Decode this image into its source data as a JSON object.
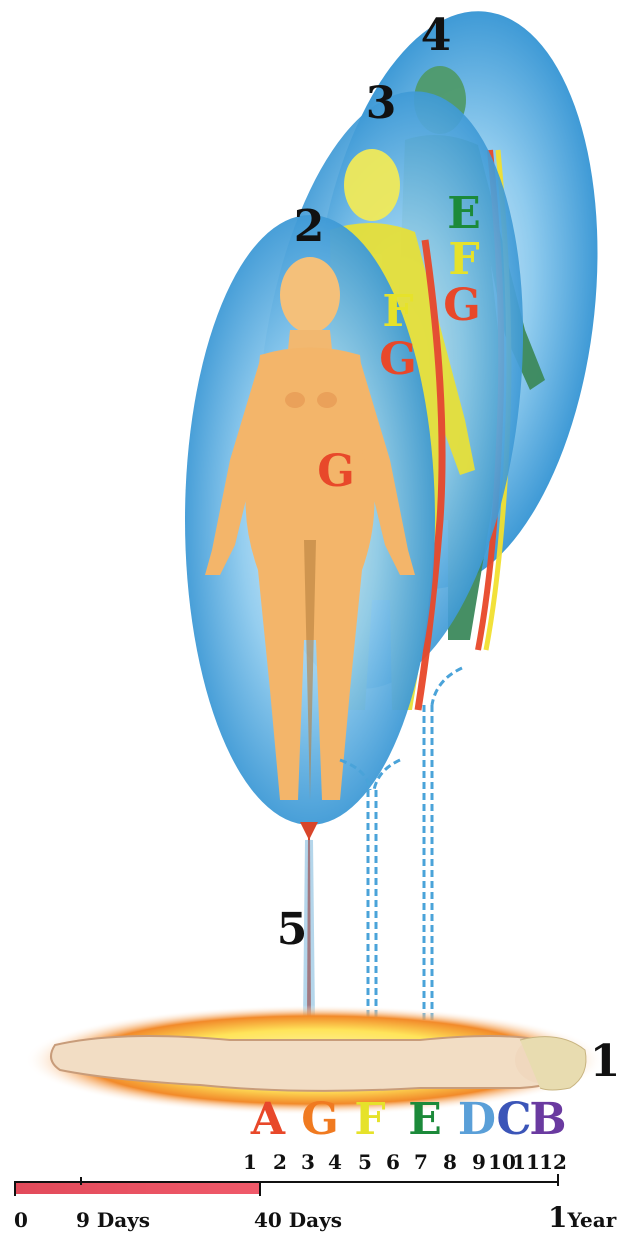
{
  "stages": {
    "physical_body": "1",
    "second_body": "2",
    "third_body": "3",
    "fourth_body": "4",
    "silver_cord": "5"
  },
  "body_letters": [
    "A",
    "G",
    "F",
    "E",
    "D",
    "C",
    "B"
  ],
  "body_letter_colors": [
    "#e8482a",
    "#f07a20",
    "#e6e22a",
    "#1c8a3a",
    "#5a9fd8",
    "#3b55b8",
    "#6a3aa0"
  ],
  "figure_letters": {
    "second_body_letter": "G",
    "third_body_letters": [
      "F",
      "G"
    ],
    "fourth_body_letters": [
      "E",
      "F",
      "G"
    ]
  },
  "timeline": {
    "months": [
      "1",
      "2",
      "3",
      "4",
      "5",
      "6",
      "7",
      "8",
      "9",
      "10",
      "11",
      "12"
    ],
    "start_label": "0",
    "nine_days_label": "9 Days",
    "forty_days_label": "40 Days",
    "year_number": "1",
    "year_word": "Year"
  },
  "colors": {
    "aura_blue": "#4aa3d9",
    "timeline_red": "#e24a5a",
    "cord_red": "#d8452a"
  }
}
